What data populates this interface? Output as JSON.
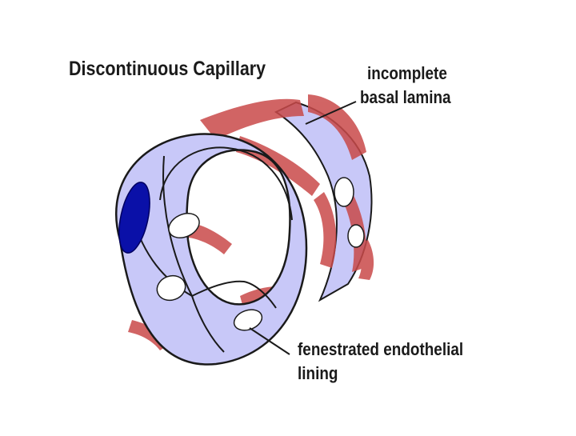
{
  "diagram": {
    "title": "Discontinuous Capillary",
    "labels": {
      "basal_lamina": [
        "incomplete",
        "basal lamina"
      ],
      "endothelial_lining": [
        "fenestrated endothelial",
        "lining"
      ]
    },
    "colors": {
      "endothelium": "#c8c8f8",
      "basal_lamina": "#c94a4a",
      "nucleus": "#0a10a8",
      "outline": "#1a1a1a",
      "background": "#ffffff"
    }
  }
}
